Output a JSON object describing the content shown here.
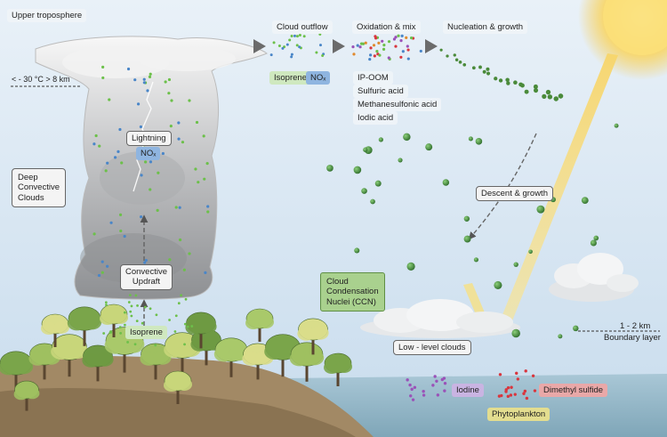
{
  "title": "",
  "zones": {
    "upper_troposphere": "Upper troposphere",
    "temp_altitude": "< - 30 °C  > 8 km",
    "boundary_altitude": "1 - 2 km",
    "boundary_layer": "Boundary layer"
  },
  "clouds": {
    "deep_convective": "Deep\nConvective\nClouds",
    "low_level": "Low - level clouds",
    "ccn": "Cloud\nCondensation\nNuclei (CCN)"
  },
  "processes": {
    "lightning": "Lightning",
    "nox_storm": "NOₓ",
    "convective_updraft": "Convective\nUpdraft",
    "isoprene_surface": "Isoprene",
    "cloud_outflow": "Cloud outflow",
    "oxidation_mix": "Oxidation & mix",
    "nucleation_growth": "Nucleation & growth",
    "descent_growth": "Descent & growth"
  },
  "species": {
    "isoprene": "Isoprene",
    "nox": "NOₓ",
    "products": [
      "IP-OOM",
      "Sulfuric acid",
      "Methanesulfonic acid",
      "Iodic acid"
    ]
  },
  "ocean": {
    "iodine": "Iodine",
    "dms": "Dimethyl sulfide",
    "phytoplankton": "Phytoplankton"
  },
  "colors": {
    "sky_top": "#e9f1f8",
    "sky_bottom": "#cfe1ef",
    "isoprene_green": "#6cc04a",
    "nox_blue": "#4a86c8",
    "iodine_purple": "#9a52b8",
    "dms_red": "#d9363e",
    "particle_green": "#3f8a3a",
    "sun": "#f7c948"
  }
}
